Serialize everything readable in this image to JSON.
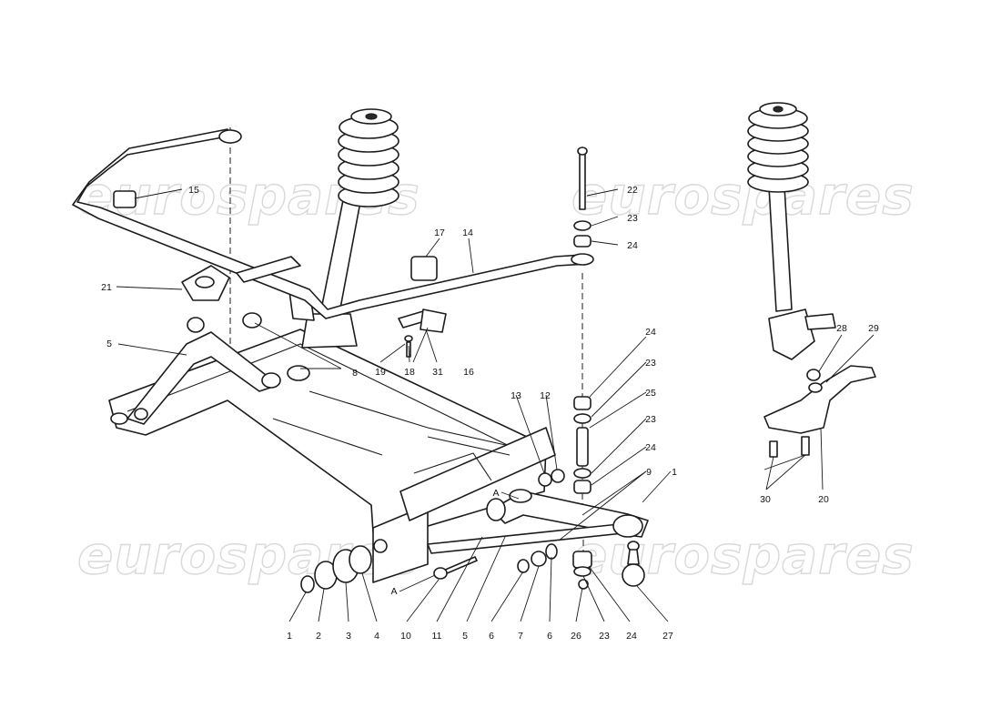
{
  "watermark": {
    "text": "eurospares",
    "count": 4
  },
  "callouts": {
    "c1a": "1",
    "c1b": "1",
    "c2": "2",
    "c3": "3",
    "c4": "4",
    "c5a": "5",
    "c5b": "5",
    "c6a": "6",
    "c6b": "6",
    "c7": "7",
    "c8": "8",
    "c9": "9",
    "c10": "10",
    "c11": "11",
    "c12": "12",
    "c13": "13",
    "c14": "14",
    "c15": "15",
    "c16": "16",
    "c17": "17",
    "c18": "18",
    "c19": "19",
    "c20": "20",
    "c21": "21",
    "c22": "22",
    "c23a": "23",
    "c23b": "23",
    "c23c": "23",
    "c23d": "23",
    "c24a": "24",
    "c24b": "24",
    "c24c": "24",
    "c24d": "24",
    "c25": "25",
    "c26": "26",
    "c27": "27",
    "c28": "28",
    "c29": "29",
    "c30": "30",
    "c31": "31",
    "refA1": "A",
    "refA2": "A"
  }
}
